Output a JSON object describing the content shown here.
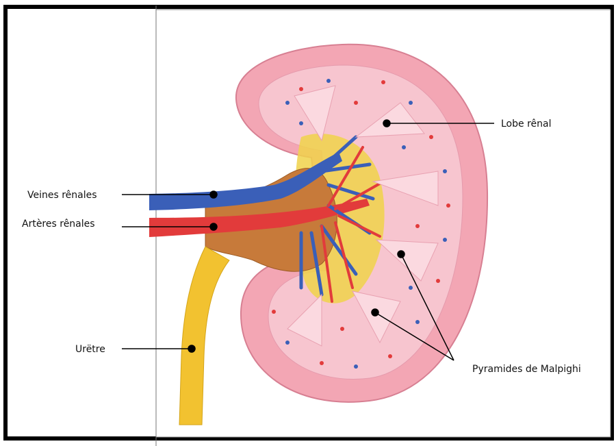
{
  "labels": {
    "veines": "Veines rênales",
    "arteres": "Artères rênales",
    "uretre": "Urëtre",
    "lobe": "Lobe rênal",
    "pyramides": "Pyramides de Malpighi"
  },
  "colors": {
    "cortex": "#f3a6b4",
    "medulla": "#f7c5cf",
    "vein": "#3a5fb8",
    "artery": "#e23b3b",
    "pelvis": "#c77a3a",
    "fat": "#f0d24a",
    "ureter": "#f2c230",
    "frame": "#000000"
  }
}
